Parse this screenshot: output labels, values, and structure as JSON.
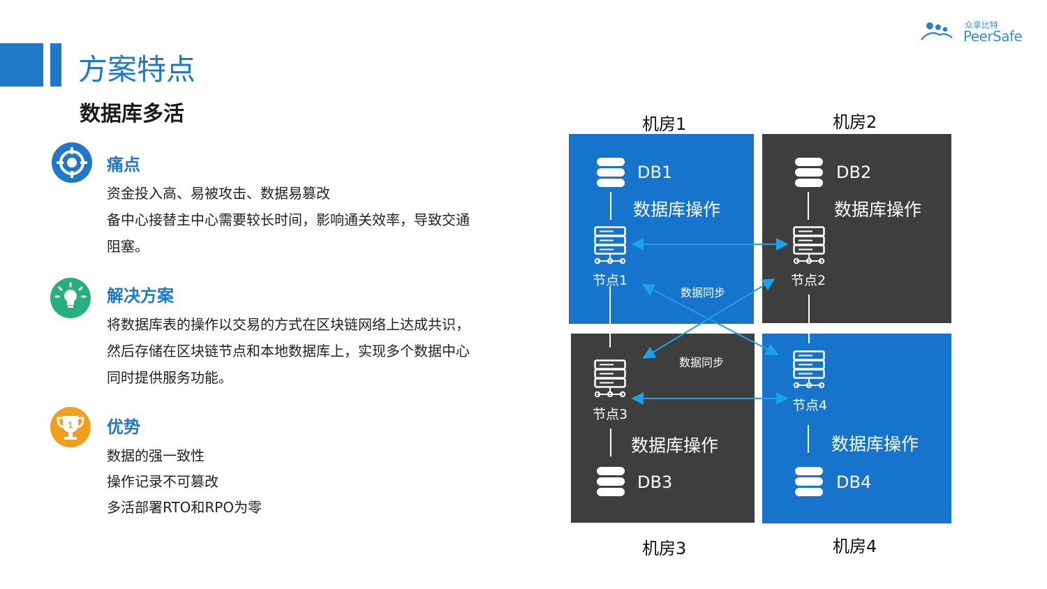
{
  "header": {
    "title": "方案特点",
    "subtitle": "数据库多活"
  },
  "logo": {
    "cn": "众享比特",
    "en": "PeerSafe"
  },
  "sections": [
    {
      "title": "痛点",
      "icon": "target-icon",
      "color": "#1f78c8",
      "lines": [
        "资金投入高、易被攻击、数据易篡改",
        "备中心接替主中心需要较长时间，影响通关效率，导致交通",
        "阻塞。"
      ]
    },
    {
      "title": "解决方案",
      "icon": "lightbulb-icon",
      "color": "#27b07b",
      "lines": [
        "将数据库表的操作以交易的方式在区块链网络上达成共识，",
        "然后存储在区块链节点和本地数据库上，实现多个数据中心",
        "同时提供服务功能。"
      ]
    },
    {
      "title": "优势",
      "icon": "trophy-icon",
      "color": "#f0a020",
      "lines": [
        "数据的强一致性",
        "操作记录不可篡改",
        "多活部署RTO和RPO为零"
      ]
    }
  ],
  "diagram": {
    "rooms": [
      {
        "label": "机房1",
        "db": "DB1",
        "op": "数据库操作",
        "node": "节点1",
        "color": "#1774cc"
      },
      {
        "label": "机房2",
        "db": "DB2",
        "op": "数据库操作",
        "node": "节点2",
        "color": "#3e3e3e"
      },
      {
        "label": "机房3",
        "db": "DB3",
        "op": "数据库操作",
        "node": "节点3",
        "color": "#3e3e3e"
      },
      {
        "label": "机房4",
        "db": "DB4",
        "op": "数据库操作",
        "node": "节点4",
        "color": "#1774cc"
      }
    ],
    "sync_label_1": "数据同步",
    "sync_label_2": "数据同步",
    "arrow_color": "#1aa3e8"
  }
}
